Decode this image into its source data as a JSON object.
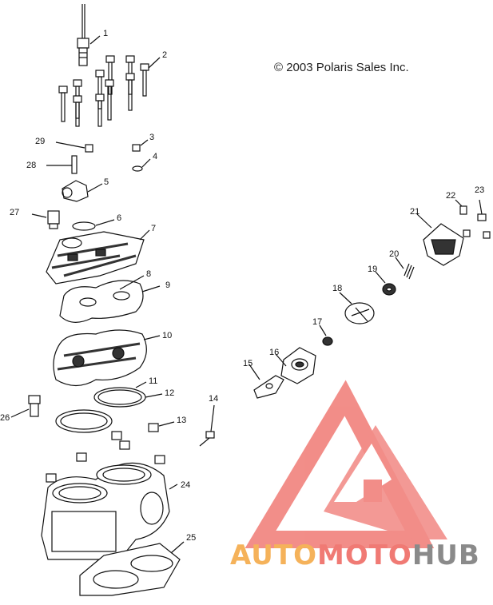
{
  "copyright": "© 2003 Polaris Sales Inc.",
  "colors": {
    "line": "#111111",
    "watermark_red": "#f07a74",
    "watermark_orange": "#f5b25a",
    "watermark_gray": "#8a8a8a"
  },
  "watermark": {
    "part1": "AUTO",
    "part2": "MOTO",
    "part3": "HUB"
  },
  "callouts": {
    "c1": "1",
    "c2": "2",
    "c3": "3",
    "c4": "4",
    "c5": "5",
    "c6": "6",
    "c7": "7",
    "c8": "8",
    "c9": "9",
    "c10": "10",
    "c11": "11",
    "c12": "12",
    "c13": "13",
    "c14": "14",
    "c15": "15",
    "c16": "16",
    "c17": "17",
    "c18": "18",
    "c19": "19",
    "c20": "20",
    "c21": "21",
    "c22": "22",
    "c23": "23",
    "c24": "24",
    "c25": "25",
    "c26": "26",
    "c27": "27",
    "c28": "28",
    "c29": "29"
  }
}
